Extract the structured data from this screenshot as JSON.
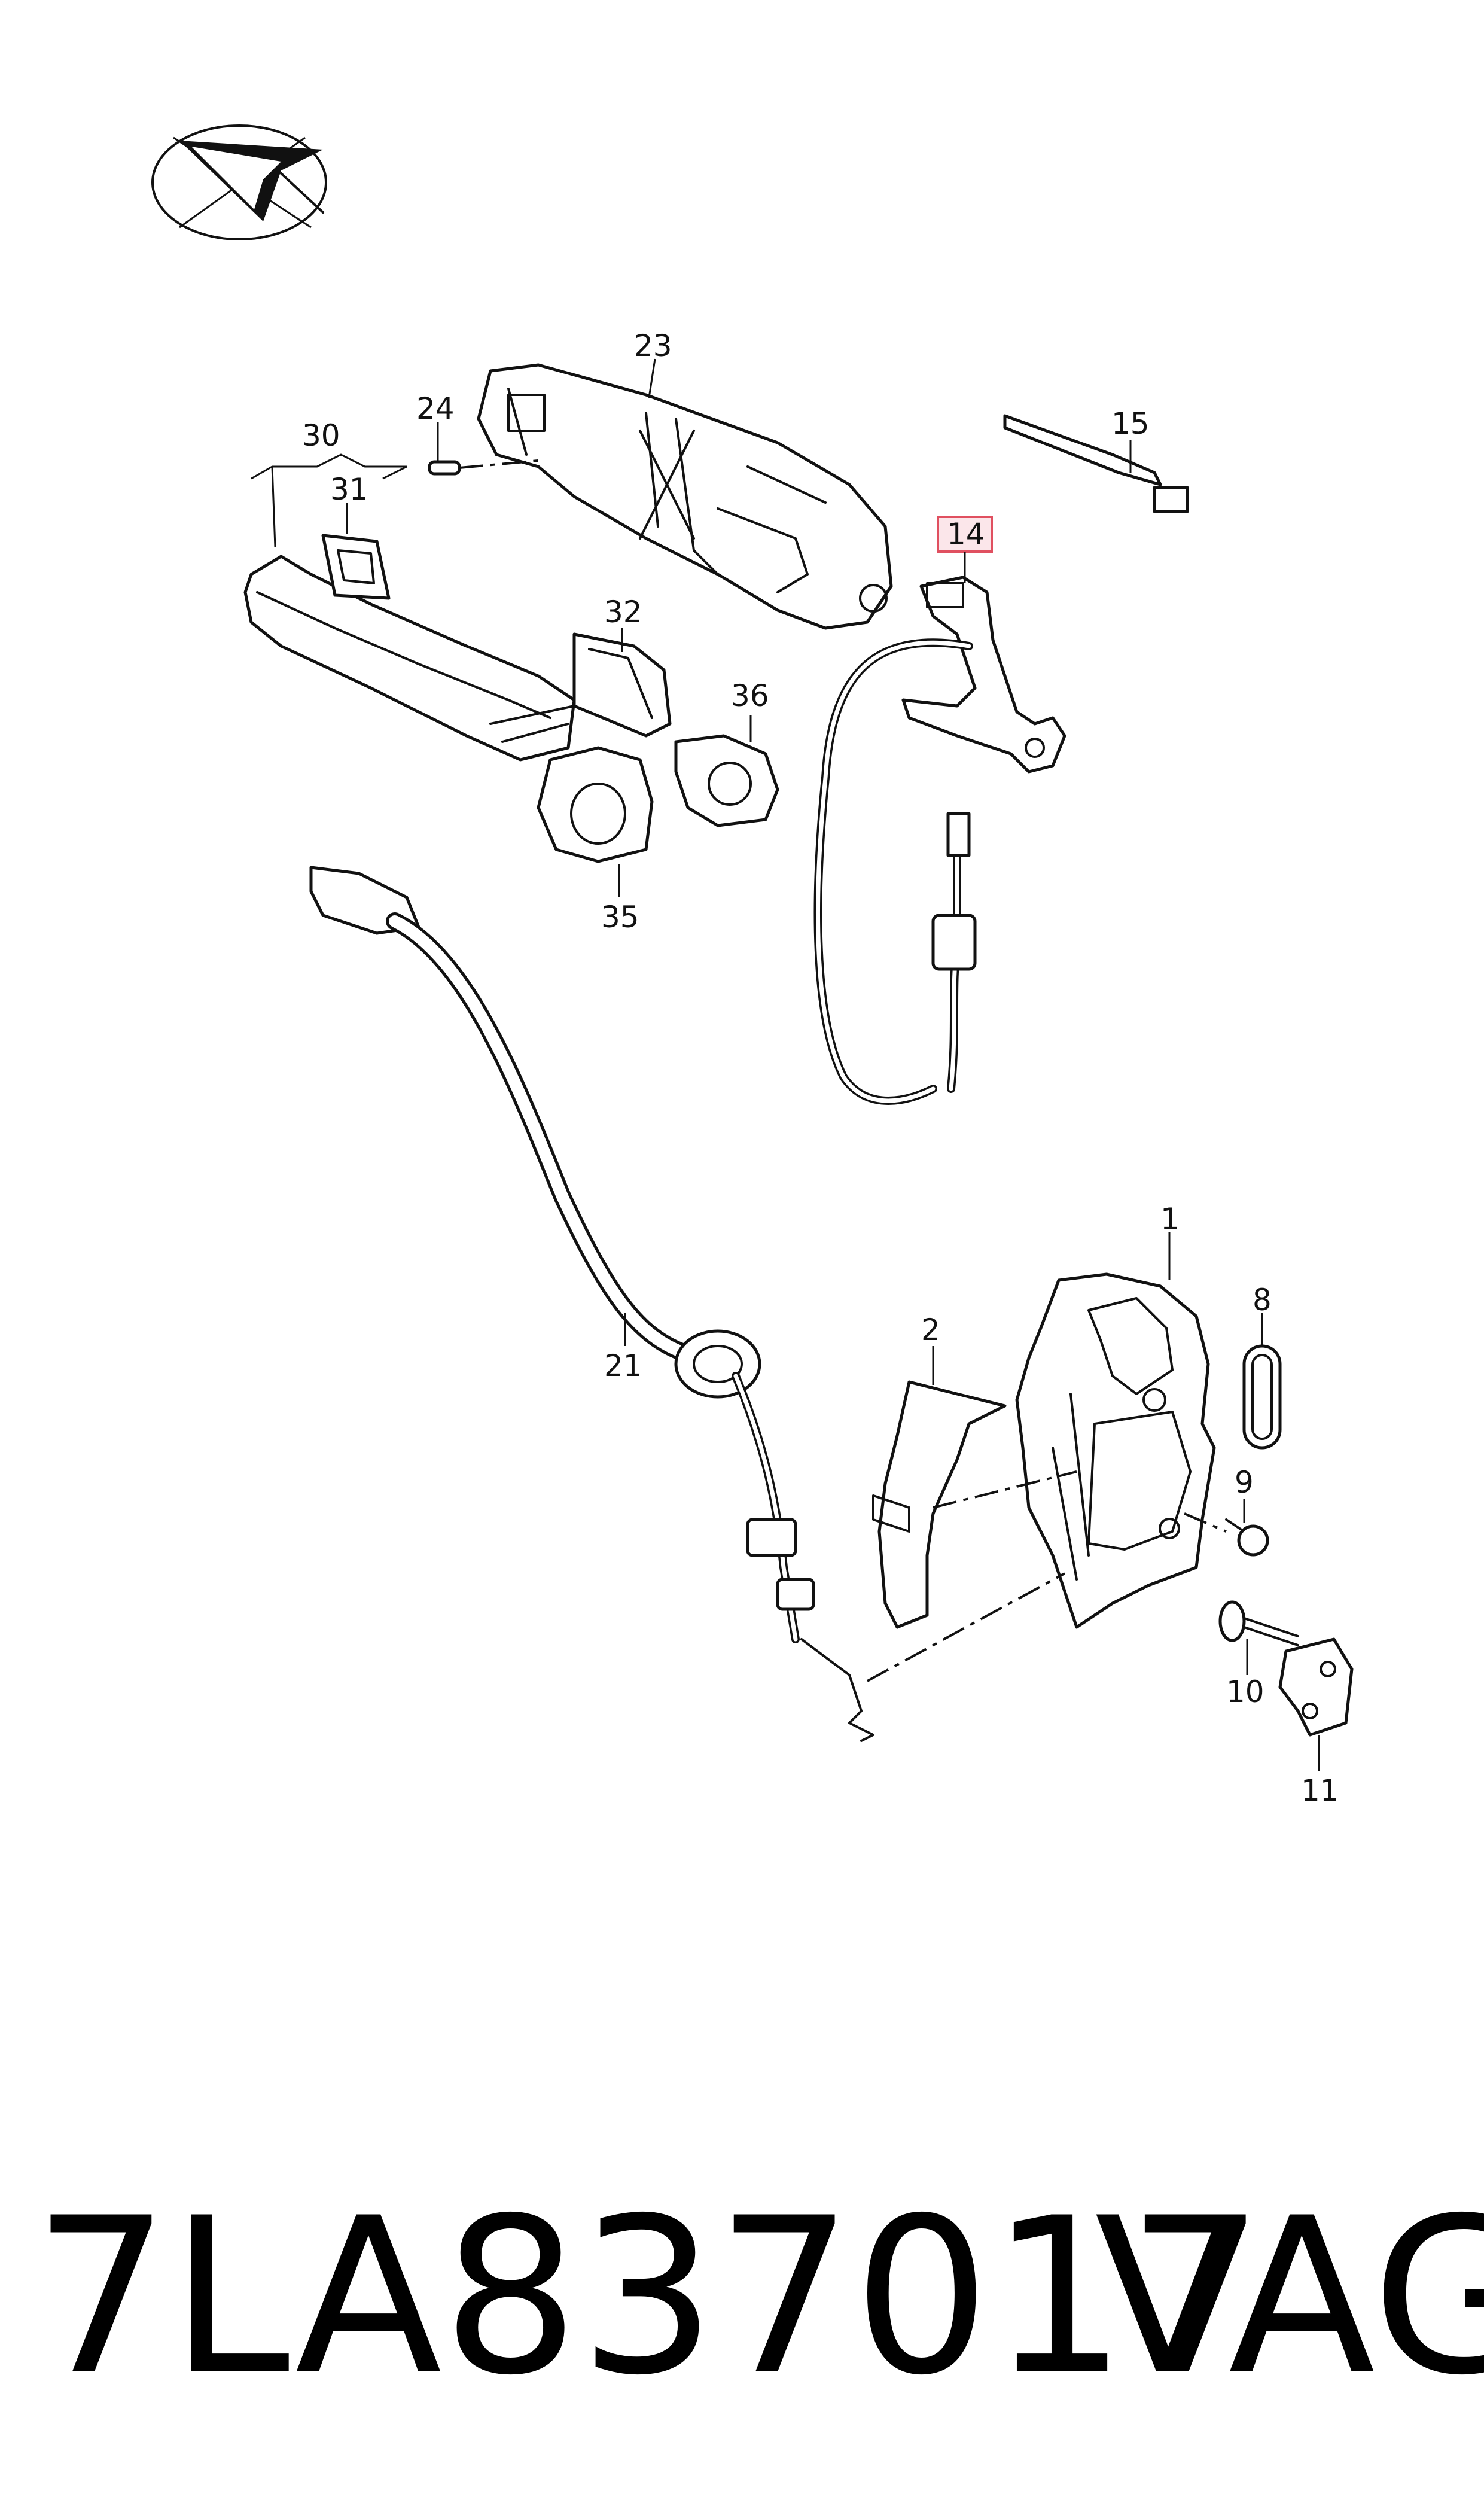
{
  "highlight_color": "#e05060",
  "labels": {
    "p1": "1",
    "p2": "2",
    "p8": "8",
    "p9": "9",
    "p10": "10",
    "p11": "11",
    "p14": "14",
    "p15": "15",
    "p21": "21",
    "p23": "23",
    "p24": "24",
    "p30": "30",
    "p31": "31",
    "p32": "32",
    "p35": "35",
    "p36": "36"
  },
  "highlighted_part": "14",
  "footer": {
    "part_number": "7LA837017",
    "brand": "VAG"
  },
  "icons": {
    "orientation": "arrow-orientation-icon"
  }
}
